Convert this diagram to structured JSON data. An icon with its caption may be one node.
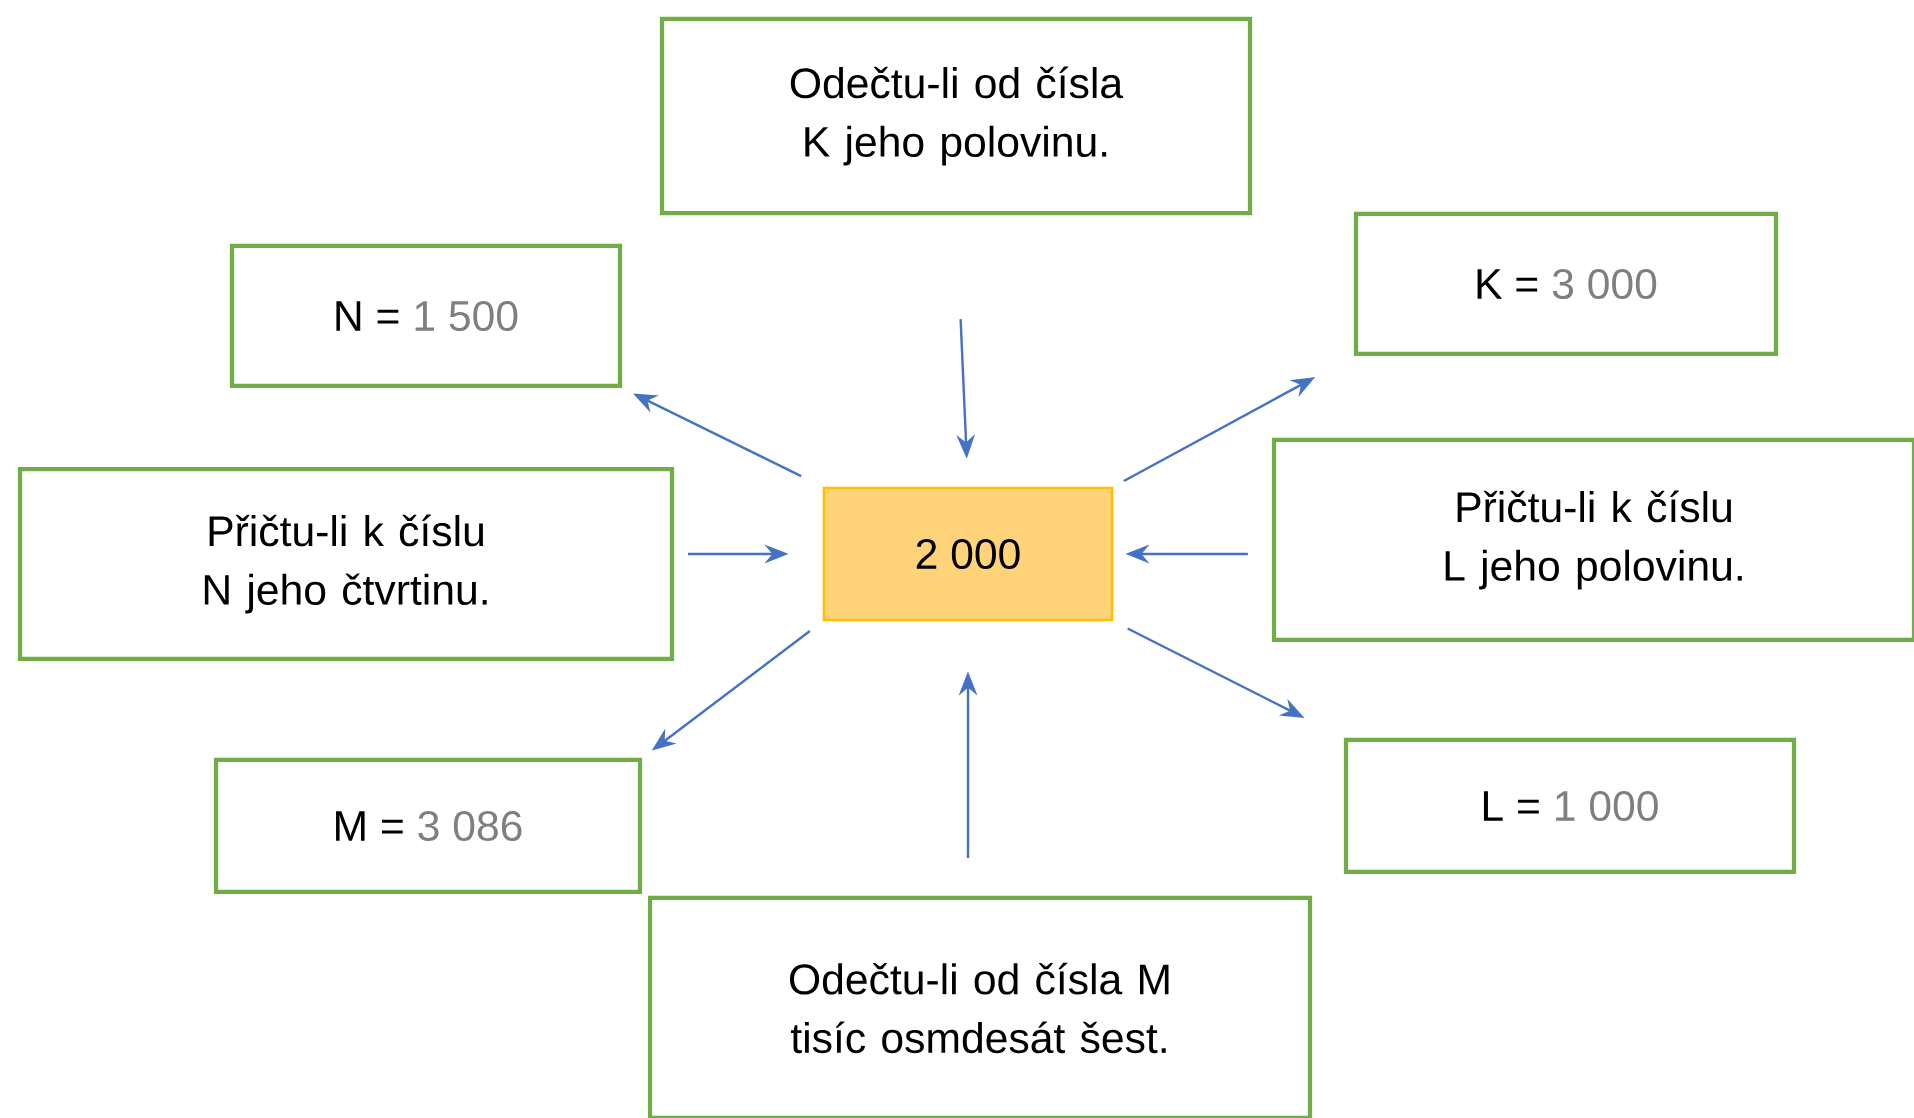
{
  "diagram": {
    "nodes": [
      {
        "text": [
          "2 000"
        ]
      },
      {
        "text": [
          "Odečtu-li od čísla K jeho polovinu."
        ]
      },
      {
        "text": [
          "K =",
          "3 000"
        ]
      },
      {
        "text": [
          "Přičtu-li k číslu L jeho polovinu."
        ]
      },
      {
        "text": [
          "L =",
          "1 000"
        ]
      },
      {
        "text": [
          "Odečtu-li od čísla M tisíc osmdesát šest."
        ]
      },
      {
        "text": [
          "M =",
          "3 086"
        ]
      },
      {
        "text": [
          "Přičtu-li k číslu N jeho čtvrtinu."
        ]
      },
      {
        "text": [
          "N =",
          "1 500"
        ]
      }
    ],
    "edges": [
      {
        "from": 1,
        "to": 0,
        "arrow": "to"
      },
      {
        "from": 0,
        "to": 2,
        "arrow": "to"
      },
      {
        "from": 3,
        "to": 0,
        "arrow": "to"
      },
      {
        "from": 0,
        "to": 4,
        "arrow": "to"
      },
      {
        "from": 5,
        "to": 0,
        "arrow": "to"
      },
      {
        "from": 0,
        "to": 6,
        "arrow": "to"
      },
      {
        "from": 7,
        "to": 0,
        "arrow": "to"
      },
      {
        "from": 0,
        "to": 8,
        "arrow": "to"
      }
    ]
  }
}
